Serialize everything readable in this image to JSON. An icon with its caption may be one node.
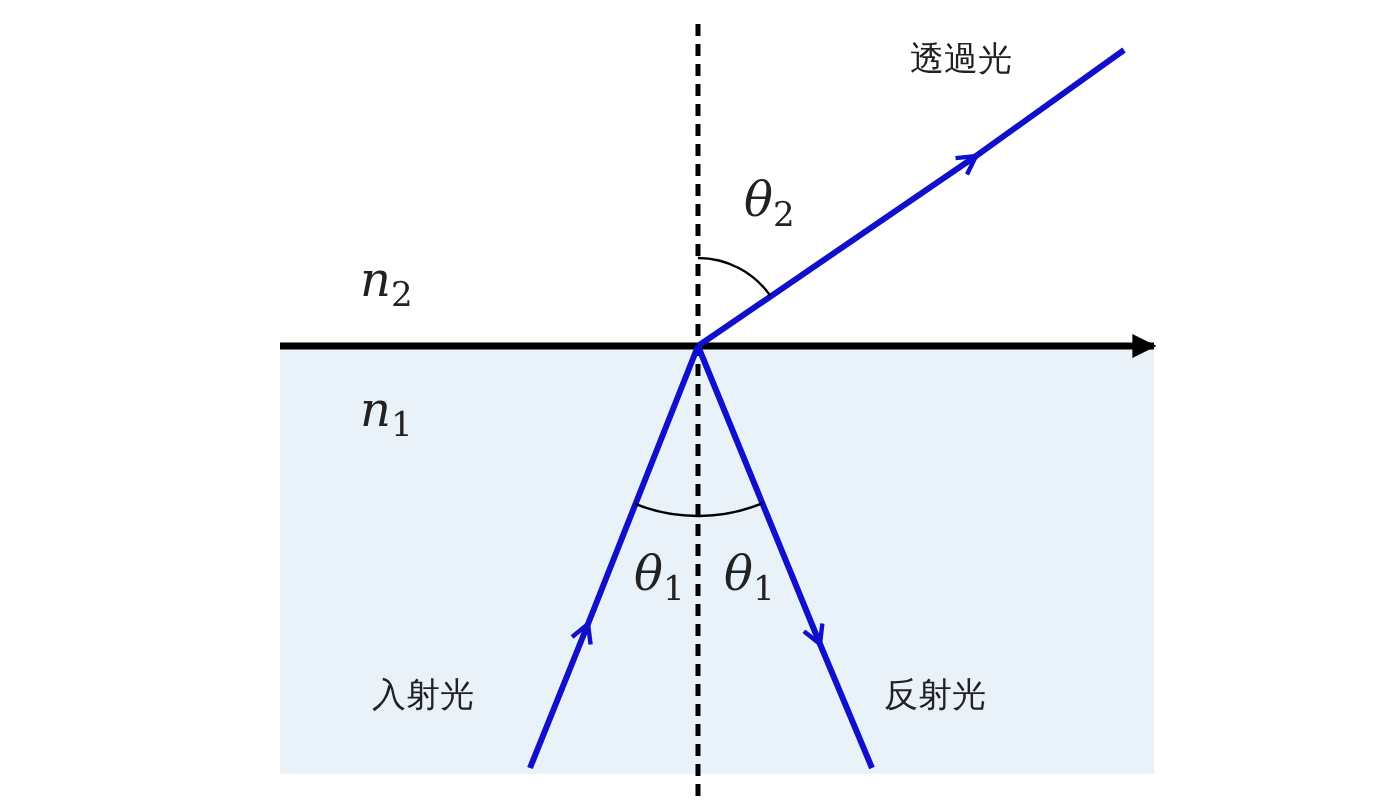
{
  "diagram": {
    "labels": [
      "透過光",
      "*θ*$_{2}$",
      "*n*$_{2}$",
      "*n*$_{1}$",
      "*θ*$_{1}$",
      "*θ*$_{1}$",
      "入射光",
      "反射光"
    ]
  }
}
